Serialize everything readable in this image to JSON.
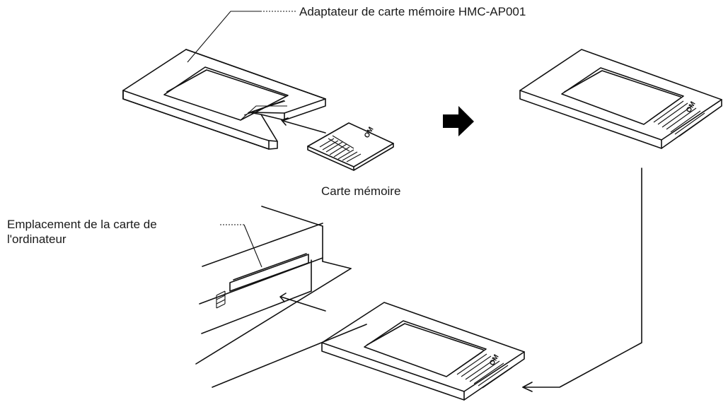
{
  "labels": {
    "adapter": "Adaptateur de carte mémoire HMC-AP001",
    "memory_card": "Carte mémoire",
    "slot_line1": "Emplacement de la carte de",
    "slot_line2": "l'ordinateur"
  },
  "card_marking": "OM",
  "colors": {
    "line": "#111111",
    "background": "#ffffff",
    "arrow": "#000000"
  }
}
